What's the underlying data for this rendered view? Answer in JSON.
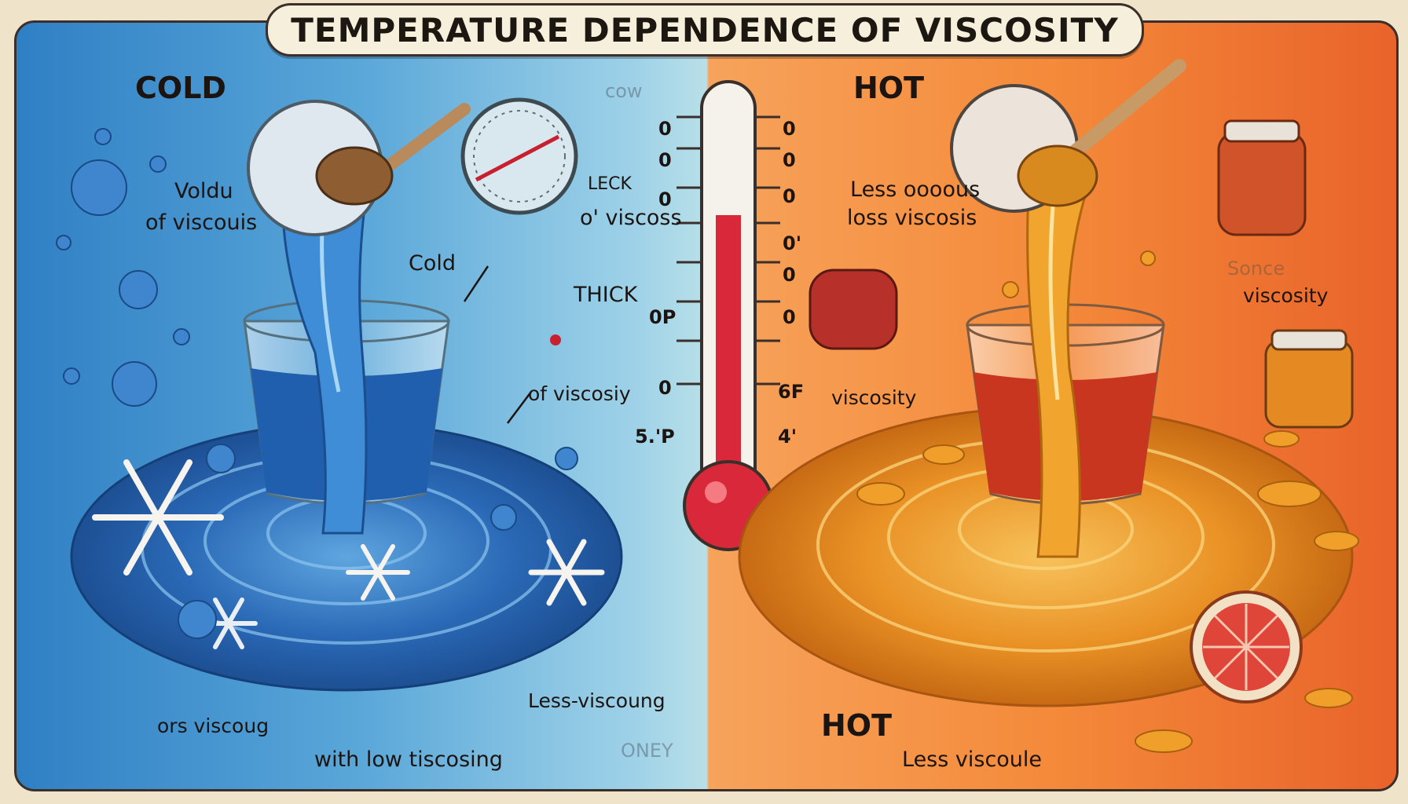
{
  "title": "TEMPERATURE DEPENDENCE OF VISCOSITY",
  "cold_side": {
    "header": "COLD",
    "labels": [
      "Voldu",
      "of viscouis",
      "Cold",
      "LECK",
      "o' viscoss",
      "cow",
      "THICK",
      "of viscosiy",
      "ors viscoug",
      "with low tiscosing",
      "Less-viscoung",
      "ONEY"
    ]
  },
  "thermometer": {
    "left_ticks": [
      "0",
      "0",
      "0",
      "0P",
      "0",
      "5.'P"
    ],
    "right_ticks": [
      "0",
      "0",
      "0",
      "0'",
      "0",
      "0",
      "6F",
      "4'"
    ]
  },
  "hot_side": {
    "header": "HOT",
    "header_bottom": "HOT",
    "labels": [
      "Less oooous",
      "loss viscosis",
      "Sonce",
      "viscosity",
      "viscosity",
      "Less  viscoule"
    ]
  },
  "colors": {
    "cold": "#2f7fc4",
    "hot": "#e9632a",
    "honey": "#e89a2a",
    "mercury": "#d8283a"
  }
}
